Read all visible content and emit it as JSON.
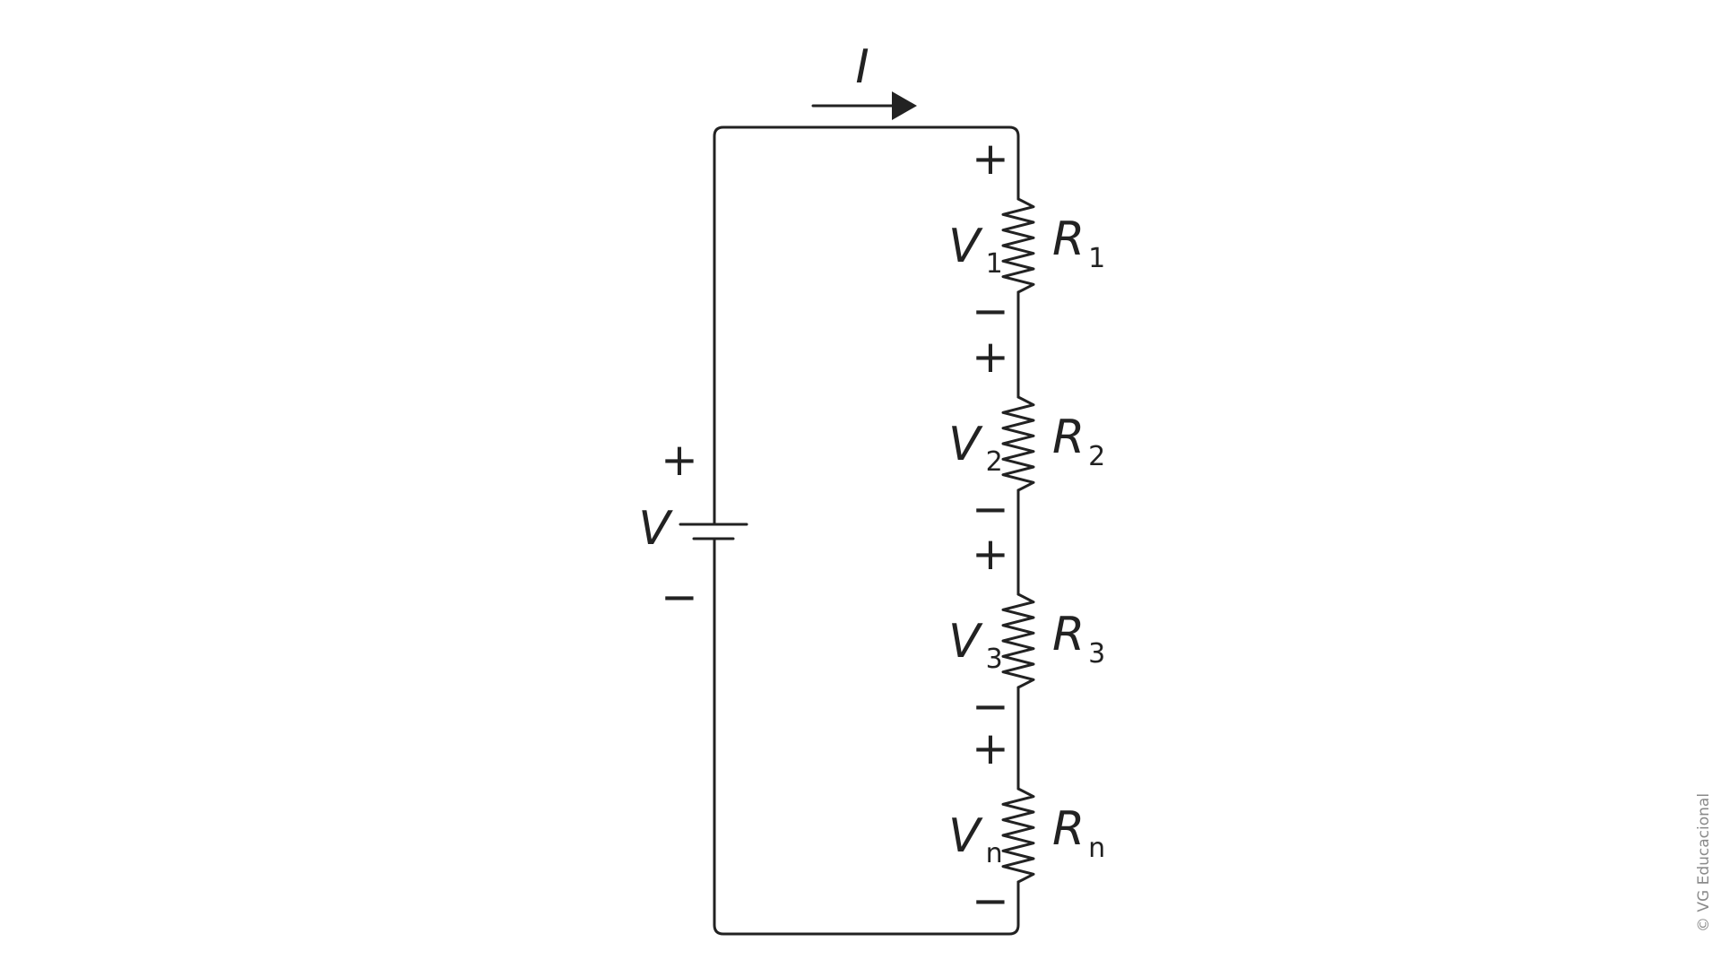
{
  "colors": {
    "ink": "#222222",
    "credit": "#8a8a8a",
    "background": "#ffffff"
  },
  "current": {
    "label": "I"
  },
  "source": {
    "label": "V",
    "plus": "+",
    "minus": "−"
  },
  "resistors": [
    {
      "voltage_label": "V",
      "voltage_sub": "1",
      "resistance_label": "R",
      "resistance_sub": "1",
      "plus": "+",
      "minus": "−"
    },
    {
      "voltage_label": "V",
      "voltage_sub": "2",
      "resistance_label": "R",
      "resistance_sub": "2",
      "plus": "+",
      "minus": "−"
    },
    {
      "voltage_label": "V",
      "voltage_sub": "3",
      "resistance_label": "R",
      "resistance_sub": "3",
      "plus": "+",
      "minus": "−"
    },
    {
      "voltage_label": "V",
      "voltage_sub": "n",
      "resistance_label": "R",
      "resistance_sub": "n",
      "plus": "+",
      "minus": "−"
    }
  ],
  "credit": "© VG Educacional"
}
